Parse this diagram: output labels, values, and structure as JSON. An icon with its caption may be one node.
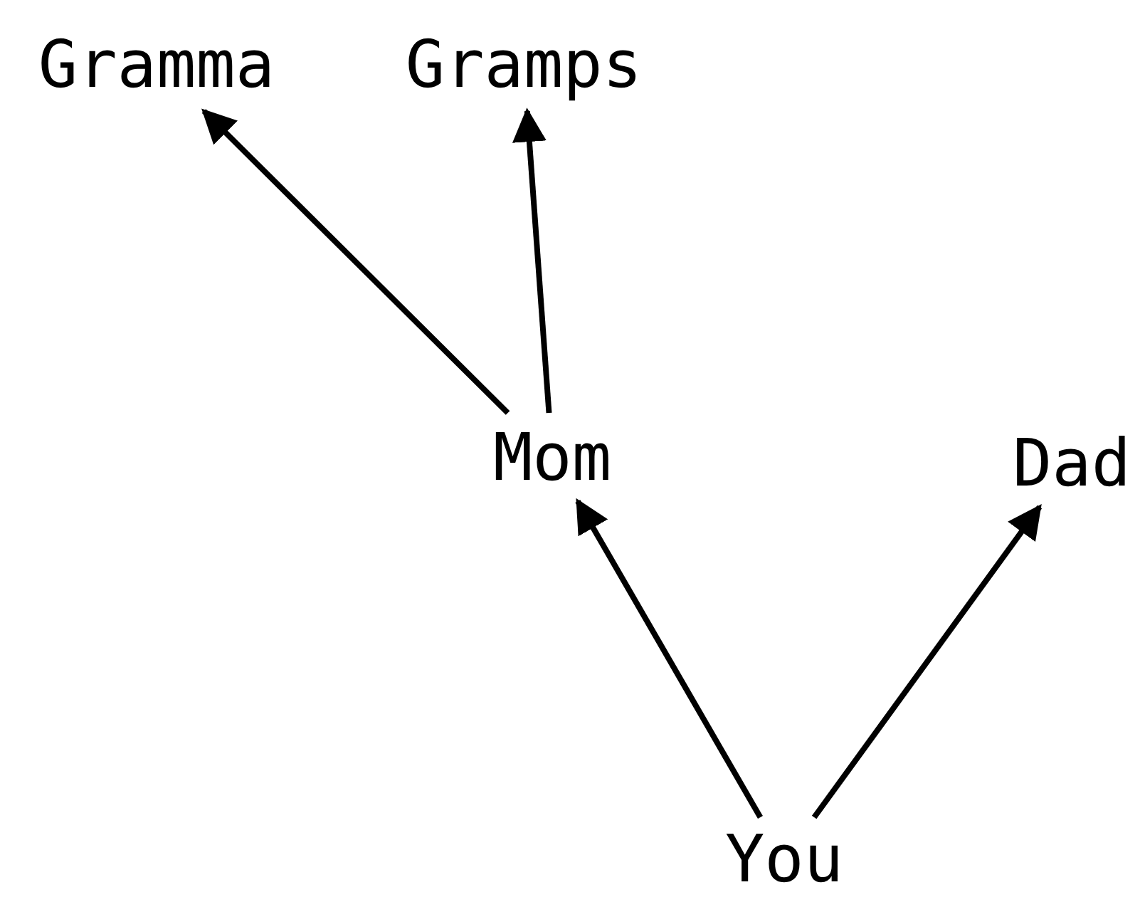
{
  "diagram": {
    "nodes": [
      {
        "text": [
          "Gramma"
        ]
      },
      {
        "text": [
          "Gramps"
        ]
      },
      {
        "text": [
          "Mom"
        ]
      },
      {
        "text": [
          "Dad"
        ]
      },
      {
        "text": [
          "You"
        ]
      }
    ],
    "edges": [
      {
        "from": 2,
        "to": 0,
        "arrow": "to"
      },
      {
        "from": 2,
        "to": 1,
        "arrow": "to"
      },
      {
        "from": 4,
        "to": 2,
        "arrow": "to"
      },
      {
        "from": 4,
        "to": 3,
        "arrow": "to"
      }
    ]
  }
}
